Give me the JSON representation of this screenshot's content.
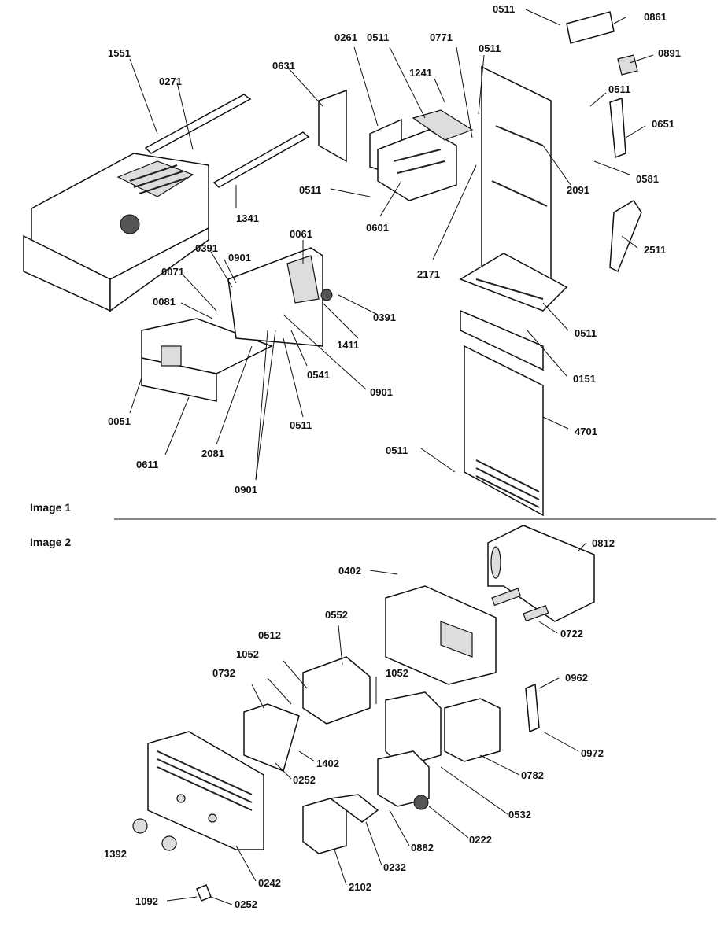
{
  "image1": {
    "title": "Image 1",
    "labels": [
      "0511",
      "0861",
      "0891",
      "0511",
      "0651",
      "0581",
      "2091",
      "2511",
      "0511",
      "0151",
      "4701",
      "0511",
      "1551",
      "0271",
      "0631",
      "0261",
      "0511",
      "0771",
      "0511",
      "1241",
      "1341",
      "0511",
      "0601",
      "2171",
      "0061",
      "0391",
      "0901",
      "0071",
      "0081",
      "0391",
      "1411",
      "0541",
      "0901",
      "0051",
      "0611",
      "2081",
      "0511",
      "0901"
    ]
  },
  "image2": {
    "title": "Image 2",
    "labels": [
      "0812",
      "0402",
      "0722",
      "0552",
      "0512",
      "1052",
      "1052",
      "0732",
      "0962",
      "0972",
      "1402",
      "0252",
      "0782",
      "0532",
      "1392",
      "0222",
      "0882",
      "0232",
      "0242",
      "2102",
      "1092",
      "0252"
    ]
  }
}
